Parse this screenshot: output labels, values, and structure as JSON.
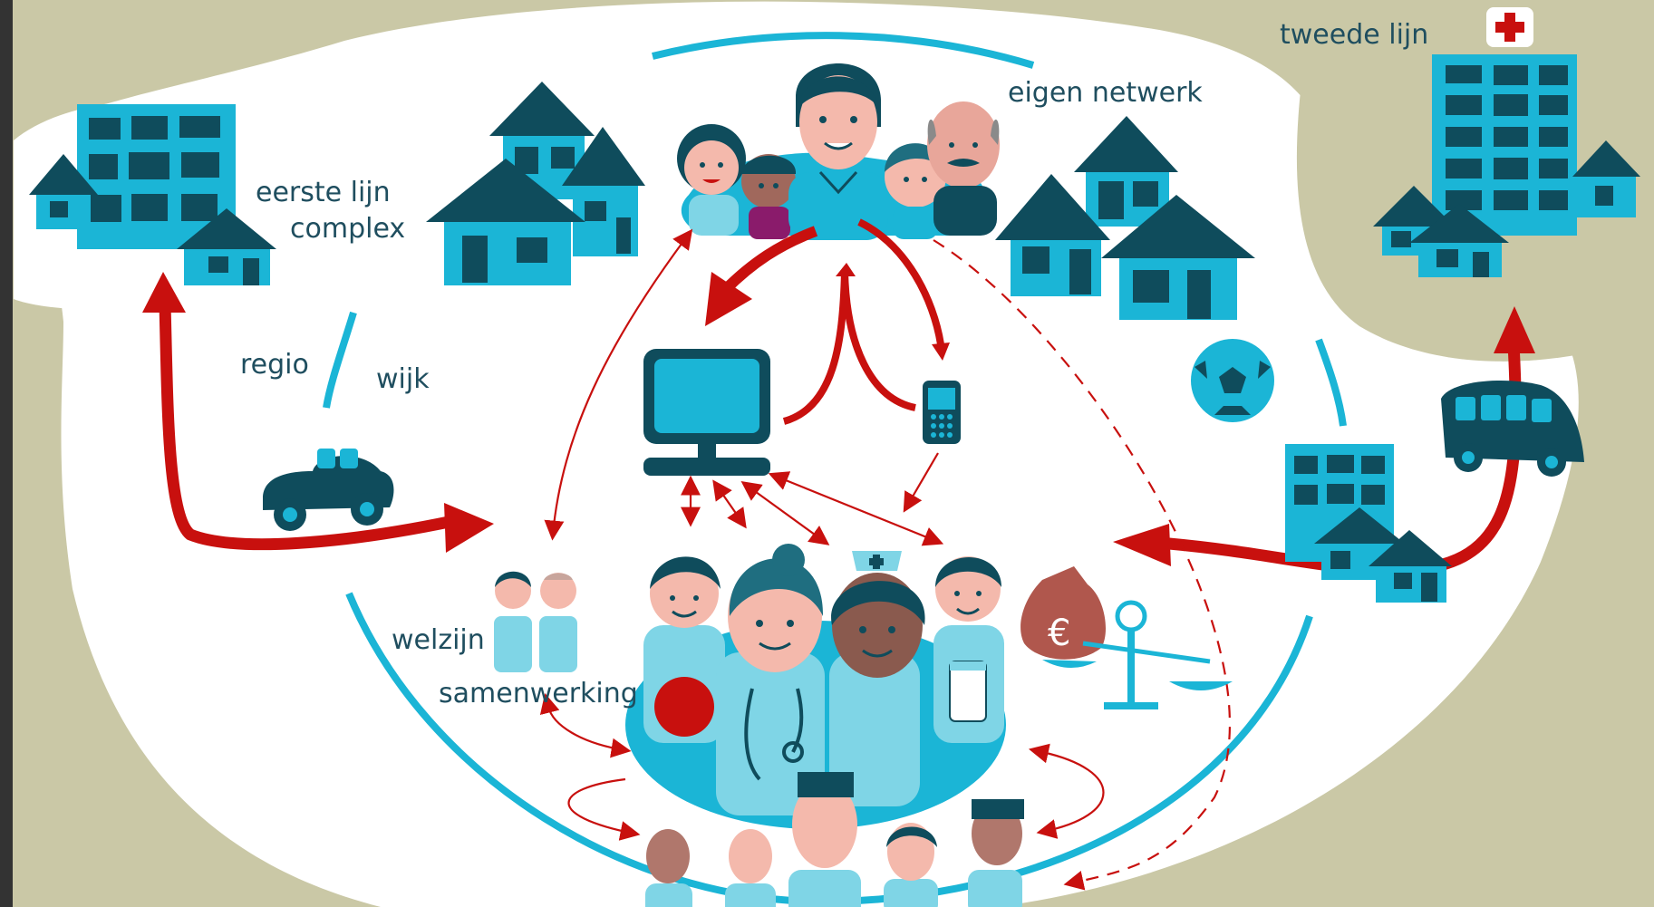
{
  "labels": {
    "eerste_lijn": "eerste lijn",
    "complex": "complex",
    "regio": "regio",
    "wijk": "wijk",
    "eigen_netwerk": "eigen netwerk",
    "tweede_lijn": "tweede lijn",
    "welzijn": "welzijn",
    "samenwerking": "samenwerking"
  },
  "colors": {
    "background": "#cac8a6",
    "field": "#ffffff",
    "dark_teal": "#0f4c5c",
    "cyan": "#1bb5d6",
    "light_cyan": "#7fd5e6",
    "red": "#c8100e",
    "skin": "#f4b9ac",
    "label": "#1f4e5f"
  },
  "icons": [
    "red-cross-icon",
    "computer-icon",
    "mobile-phone-icon",
    "car-icon",
    "bus-icon",
    "football-icon",
    "money-bag-icon",
    "scales-icon"
  ]
}
